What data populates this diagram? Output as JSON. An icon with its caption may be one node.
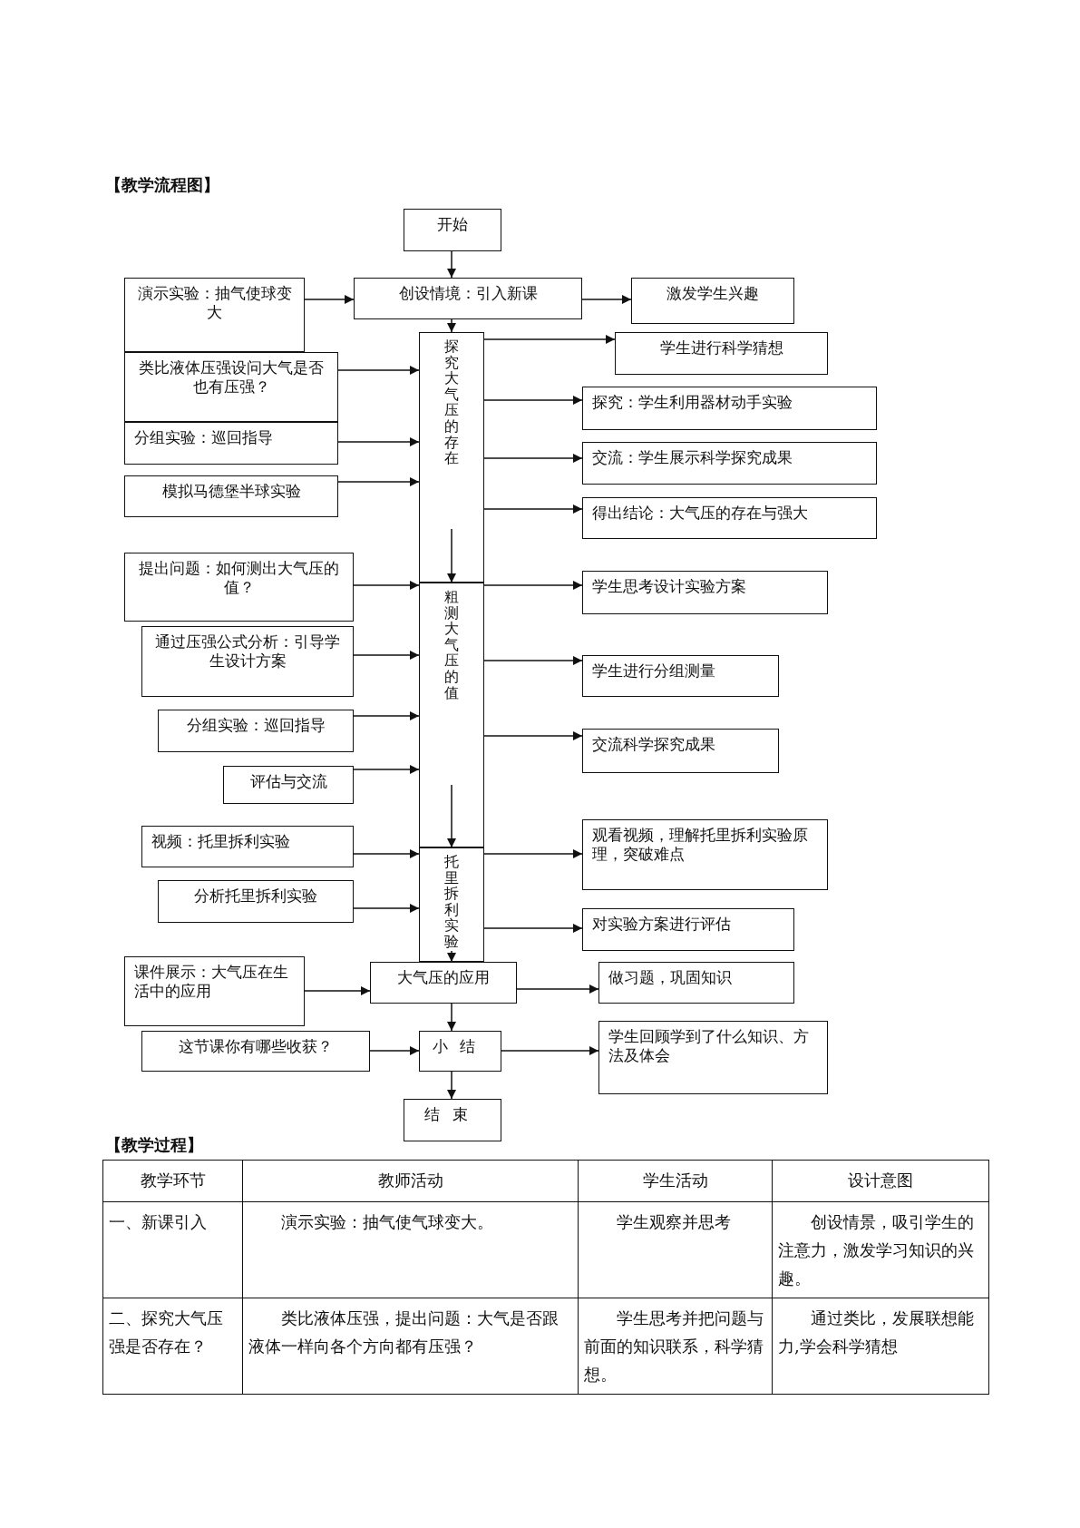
{
  "diagram": {
    "title": "【教学流程图】",
    "nodes": [
      {
        "text": [
          "开始"
        ]
      },
      {
        "text": [
          "演示实验：抽气使球变大"
        ]
      },
      {
        "text": [
          "创设情境：引入新课"
        ]
      },
      {
        "text": [
          "激发学生兴趣"
        ]
      },
      {
        "text": [
          "探究大气压的存在"
        ]
      },
      {
        "text": [
          "类比液体压强设问大气是否也有压强？"
        ]
      },
      {
        "text": [
          "学生进行科学猜想"
        ]
      },
      {
        "text": [
          "探究：学生利用器材动手实验"
        ]
      },
      {
        "text": [
          "分组实验：巡回指导"
        ]
      },
      {
        "text": [
          "交流：学生展示科学探究成果"
        ]
      },
      {
        "text": [
          "模拟马德堡半球实验"
        ]
      },
      {
        "text": [
          "得出结论：大气压的存在与强大"
        ]
      },
      {
        "text": [
          "粗测大气压的值"
        ]
      },
      {
        "text": [
          "提出问题：如何测出大气压的值？"
        ]
      },
      {
        "text": [
          "学生思考设计实验方案"
        ]
      },
      {
        "text": [
          "通过压强公式分析：引导学生设计方案"
        ]
      },
      {
        "text": [
          "学生进行分组测量"
        ]
      },
      {
        "text": [
          "分组实验：巡回指导"
        ]
      },
      {
        "text": [
          "交流科学探究成果"
        ]
      },
      {
        "text": [
          "评估与交流"
        ]
      },
      {
        "text": [
          "托里拆利实验"
        ]
      },
      {
        "text": [
          "视频：托里拆利实验"
        ]
      },
      {
        "text": [
          "观看视频，理解托里拆利实验原理，突破难点"
        ]
      },
      {
        "text": [
          "分析托里拆利实验"
        ]
      },
      {
        "text": [
          "对实验方案进行评估"
        ]
      },
      {
        "text": [
          "课件展示：大气压在生活中的应用"
        ]
      },
      {
        "text": [
          "大气压的应用"
        ]
      },
      {
        "text": [
          "做习题，巩固知识"
        ]
      },
      {
        "text": [
          "这节课你有哪些收获？"
        ]
      },
      {
        "text": [
          "小结"
        ]
      },
      {
        "text": [
          "学生回顾学到了什么知识、方法及体会"
        ]
      },
      {
        "text": [
          "结束"
        ]
      }
    ],
    "edges": [
      {
        "from": 0,
        "to": 2,
        "arrow": "to"
      },
      {
        "from": 1,
        "to": 2,
        "arrow": "to"
      },
      {
        "from": 2,
        "to": 3,
        "arrow": "to"
      },
      {
        "from": 2,
        "to": 4,
        "arrow": "to"
      },
      {
        "from": 4,
        "to": 6,
        "arrow": "to"
      },
      {
        "from": 5,
        "to": 4,
        "arrow": "to"
      },
      {
        "from": 4,
        "to": 7,
        "arrow": "to"
      },
      {
        "from": 8,
        "to": 4,
        "arrow": "to"
      },
      {
        "from": 4,
        "to": 9,
        "arrow": "to"
      },
      {
        "from": 10,
        "to": 4,
        "arrow": "to"
      },
      {
        "from": 4,
        "to": 11,
        "arrow": "to"
      },
      {
        "from": 4,
        "to": 12,
        "arrow": "to"
      },
      {
        "from": 13,
        "to": 12,
        "arrow": "to"
      },
      {
        "from": 12,
        "to": 14,
        "arrow": "to"
      },
      {
        "from": 15,
        "to": 12,
        "arrow": "to"
      },
      {
        "from": 12,
        "to": 16,
        "arrow": "to"
      },
      {
        "from": 17,
        "to": 12,
        "arrow": "to"
      },
      {
        "from": 12,
        "to": 18,
        "arrow": "to"
      },
      {
        "from": 19,
        "to": 12,
        "arrow": "to"
      },
      {
        "from": 12,
        "to": 20,
        "arrow": "to"
      },
      {
        "from": 21,
        "to": 20,
        "arrow": "to"
      },
      {
        "from": 20,
        "to": 22,
        "arrow": "to"
      },
      {
        "from": 23,
        "to": 20,
        "arrow": "to"
      },
      {
        "from": 20,
        "to": 24,
        "arrow": "to"
      },
      {
        "from": 20,
        "to": 26,
        "arrow": "to"
      },
      {
        "from": 25,
        "to": 26,
        "arrow": "to"
      },
      {
        "from": 26,
        "to": 27,
        "arrow": "to"
      },
      {
        "from": 26,
        "to": 29,
        "arrow": "to"
      },
      {
        "from": 28,
        "to": 29,
        "arrow": "to"
      },
      {
        "from": 29,
        "to": 30,
        "arrow": "to"
      },
      {
        "from": 29,
        "to": 31,
        "arrow": "to"
      }
    ],
    "labels": [
      "【教学过程】",
      "教学环节",
      "教师活动",
      "学生活动",
      "设计意图",
      "一、新课引入",
      "演示实验：抽气使气球变大。",
      "学生观察并思考",
      "创设情景，吸引学生的注意力，激发学习知识的兴趣。",
      "二、探究大气压强是否存在？",
      "类比液体压强，提出问题：大气是否跟液体一样向各个方向都有压强？",
      "学生思考并把问题与前面的知识联系，科学猜想。",
      "通过类比，发展联想能力,学会科学猜想"
    ]
  }
}
